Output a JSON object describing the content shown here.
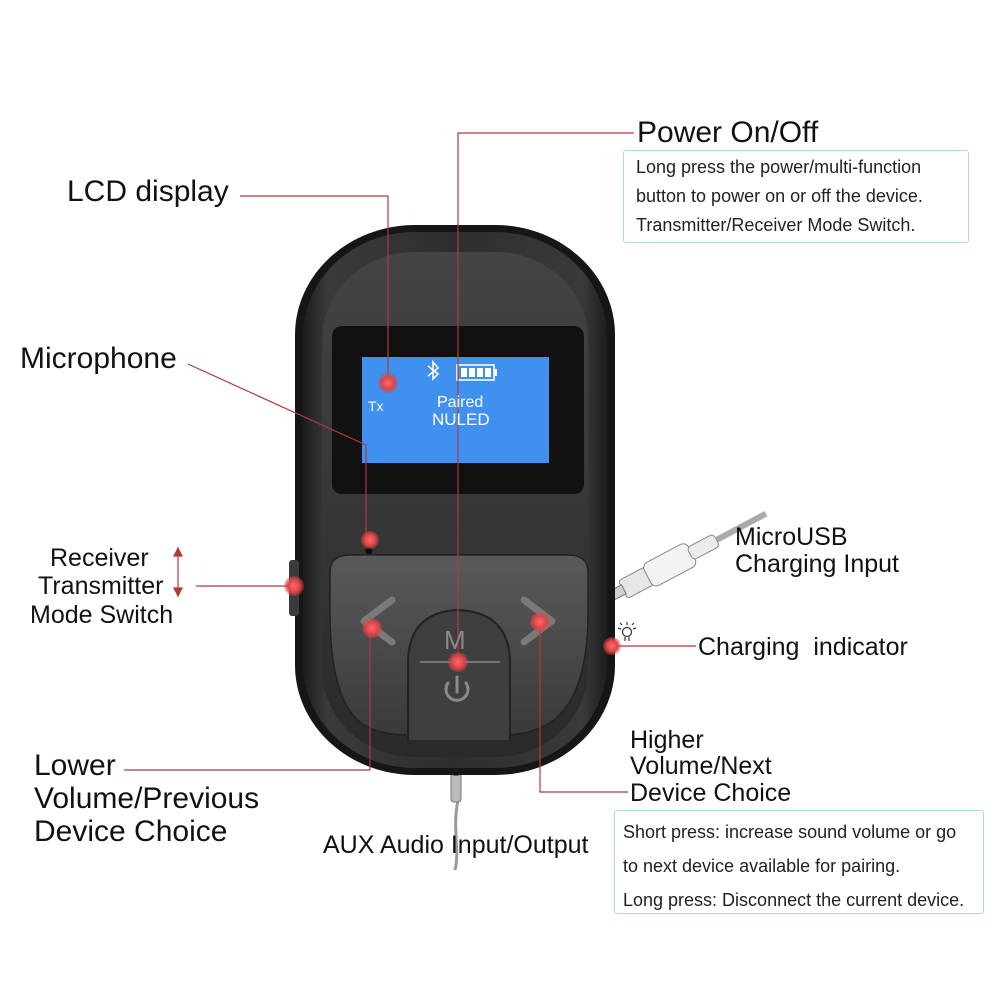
{
  "labels": {
    "lcd_display": "LCD display",
    "power": "Power On/Off",
    "microphone": "Microphone",
    "mode_switch": [
      "Receiver",
      "Transmitter",
      "Mode Switch"
    ],
    "microusb": [
      "MicroUSB",
      "Charging Input"
    ],
    "charging_indicator": "Charging  indicator",
    "higher": [
      "Higher",
      "Volume/Next",
      "Device Choice"
    ],
    "lower": [
      "Lower",
      "Volume/Previous",
      "Device Choice"
    ],
    "aux": "AUX Audio Input/Output"
  },
  "notes": {
    "power": [
      "Long press the power/multi-function",
      "button to power on or off the device.",
      "Transmitter/Receiver Mode Switch."
    ],
    "short_long_press": [
      "Short press: increase sound volume or go",
      "to next device available for pairing.",
      "Long press: Disconnect the current device."
    ]
  },
  "lcd": {
    "mode": "Tx",
    "status": "Paired",
    "device_name": "NULED",
    "icons": [
      "bluetooth-icon",
      "battery-icon"
    ]
  },
  "buttons": {
    "center": "M",
    "icons": [
      "chevron-left-icon",
      "chevron-right-icon",
      "power-icon"
    ]
  },
  "colors": {
    "device_body": "#2b2b2b",
    "screen_blue": "#3d8ff0",
    "callout_line": "#b03a3a",
    "marker_red": "#e04545",
    "note_border": "#a9dbe9"
  }
}
